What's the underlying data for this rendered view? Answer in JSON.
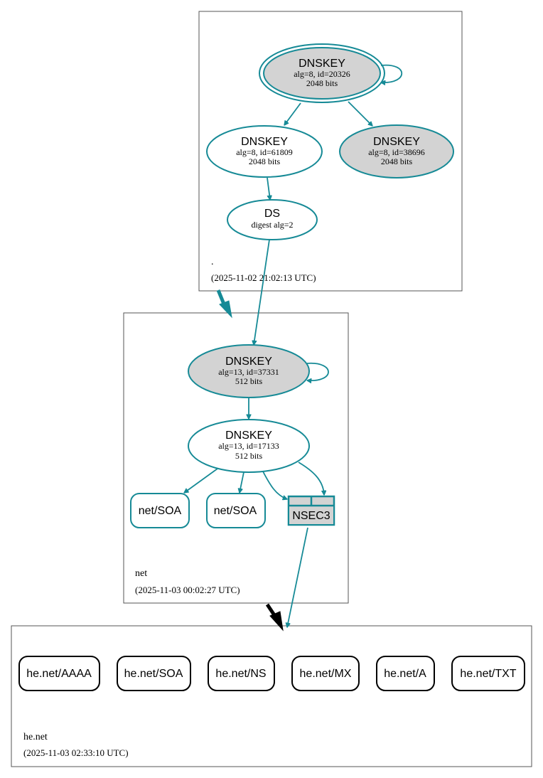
{
  "zones": {
    "root": {
      "name": ".",
      "timestamp": "(2025-11-02 21:02:13 UTC)",
      "ksk": {
        "title": "DNSKEY",
        "line1": "alg=8, id=20326",
        "line2": "2048 bits"
      },
      "zsk": {
        "title": "DNSKEY",
        "line1": "alg=8, id=61809",
        "line2": "2048 bits"
      },
      "key3": {
        "title": "DNSKEY",
        "line1": "alg=8, id=38696",
        "line2": "2048 bits"
      },
      "ds": {
        "title": "DS",
        "line1": "digest alg=2"
      }
    },
    "net": {
      "name": "net",
      "timestamp": "(2025-11-03 00:02:27 UTC)",
      "ksk": {
        "title": "DNSKEY",
        "line1": "alg=13, id=37331",
        "line2": "512 bits"
      },
      "zsk": {
        "title": "DNSKEY",
        "line1": "alg=13, id=17133",
        "line2": "512 bits"
      },
      "soa1": "net/SOA",
      "soa2": "net/SOA",
      "nsec3": "NSEC3"
    },
    "henet": {
      "name": "he.net",
      "timestamp": "(2025-11-03 02:33:10 UTC)",
      "records": [
        "he.net/AAAA",
        "he.net/SOA",
        "he.net/NS",
        "he.net/MX",
        "he.net/A",
        "he.net/TXT"
      ]
    }
  },
  "colors": {
    "edge": "#168a96",
    "key_grey": "#d3d3d3",
    "delegation_arrow_secure": "#168a96",
    "delegation_arrow_insecure": "#000000"
  }
}
